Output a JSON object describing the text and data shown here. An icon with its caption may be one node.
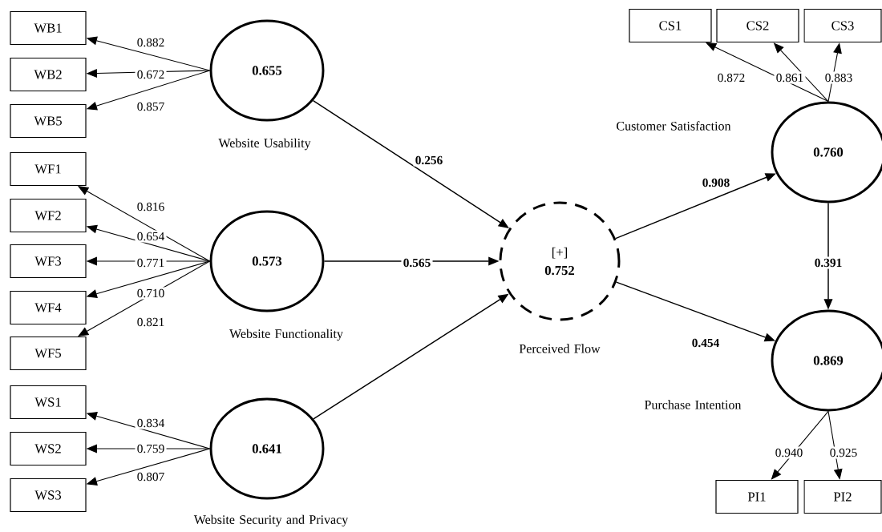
{
  "diagram": {
    "nodes": [
      {
        "text": [
          "WB1"
        ]
      },
      {
        "text": [
          "WB2"
        ]
      },
      {
        "text": [
          "WB5"
        ]
      },
      {
        "text": [
          "WF1"
        ]
      },
      {
        "text": [
          "WF2"
        ]
      },
      {
        "text": [
          "WF3"
        ]
      },
      {
        "text": [
          "WF4"
        ]
      },
      {
        "text": [
          "WF5"
        ]
      },
      {
        "text": [
          "WS1"
        ]
      },
      {
        "text": [
          "WS2"
        ]
      },
      {
        "text": [
          "WS3"
        ]
      },
      {
        "text": [
          "0.655"
        ],
        "beside": [
          "Website Usability"
        ]
      },
      {
        "text": [
          "0.573"
        ],
        "beside": [
          "Website Functionality"
        ]
      },
      {
        "text": [
          "0.641"
        ],
        "beside": [
          "Website Security and Privacy"
        ]
      },
      {
        "text": [
          "[+]",
          "0.752"
        ],
        "beside": [
          "Perceived Flow"
        ]
      },
      {
        "text": [
          "CS1"
        ]
      },
      {
        "text": [
          "CS2"
        ]
      },
      {
        "text": [
          "CS3"
        ]
      },
      {
        "text": [
          "0.760"
        ],
        "beside": [
          "Customer Satisfaction"
        ]
      },
      {
        "text": [
          "0.869"
        ],
        "beside": [
          "Purchase Intention"
        ]
      },
      {
        "text": [
          "PI1"
        ]
      },
      {
        "text": [
          "PI2"
        ]
      }
    ],
    "edges": [
      {
        "from": 11,
        "to": 0,
        "arrow": "to",
        "label": "0.882"
      },
      {
        "from": 11,
        "to": 1,
        "arrow": "to",
        "label": "0.672"
      },
      {
        "from": 11,
        "to": 2,
        "arrow": "to",
        "label": "0.857"
      },
      {
        "from": 12,
        "to": 3,
        "arrow": "to",
        "label": "0.816"
      },
      {
        "from": 12,
        "to": 4,
        "arrow": "to",
        "label": "0.654"
      },
      {
        "from": 12,
        "to": 5,
        "arrow": "to",
        "label": "0.771"
      },
      {
        "from": 12,
        "to": 6,
        "arrow": "to",
        "label": "0.710"
      },
      {
        "from": 12,
        "to": 7,
        "arrow": "to",
        "label": "0.821"
      },
      {
        "from": 13,
        "to": 8,
        "arrow": "to",
        "label": "0.834"
      },
      {
        "from": 13,
        "to": 9,
        "arrow": "to",
        "label": "0.759"
      },
      {
        "from": 13,
        "to": 10,
        "arrow": "to",
        "label": "0.807"
      },
      {
        "from": 11,
        "to": 14,
        "arrow": "to",
        "label": "0.256"
      },
      {
        "from": 12,
        "to": 14,
        "arrow": "to",
        "label": "0.565"
      },
      {
        "from": 13,
        "to": 14,
        "arrow": "to"
      },
      {
        "from": 14,
        "to": 18,
        "arrow": "to",
        "label": "0.908"
      },
      {
        "from": 14,
        "to": 19,
        "arrow": "to",
        "label": "0.454"
      },
      {
        "from": 18,
        "to": 19,
        "arrow": "to",
        "label": "0.391"
      },
      {
        "from": 18,
        "to": 15,
        "arrow": "to",
        "label": "0.872"
      },
      {
        "from": 18,
        "to": 16,
        "arrow": "to",
        "label": "0.861"
      },
      {
        "from": 18,
        "to": 17,
        "arrow": "to",
        "label": "0.883"
      },
      {
        "from": 19,
        "to": 20,
        "arrow": "to",
        "label": "0.940"
      },
      {
        "from": 19,
        "to": 21,
        "arrow": "to",
        "label": "0.925"
      }
    ]
  }
}
